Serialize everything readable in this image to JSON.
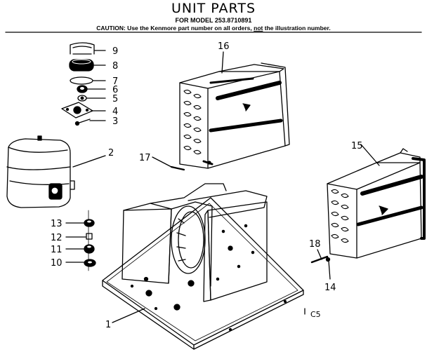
{
  "header": {
    "title": "UNIT PARTS",
    "model_line": "FOR MODEL 253.8710891",
    "caution_prefix": "CAUTION: Use the Kenmore part number on all orders,",
    "caution_not": "not",
    "caution_suffix": "the illustration number."
  },
  "callouts": {
    "c1": "1",
    "c2": "2",
    "c3": "3",
    "c4": "4",
    "c5": "5",
    "c6": "6",
    "c7": "7",
    "c8": "8",
    "c9": "9",
    "c10": "10",
    "c11": "11",
    "c12": "12",
    "c13": "13",
    "c14": "14",
    "c15": "15",
    "c16": "16",
    "c17": "17",
    "c18": "18",
    "code": "C5"
  }
}
